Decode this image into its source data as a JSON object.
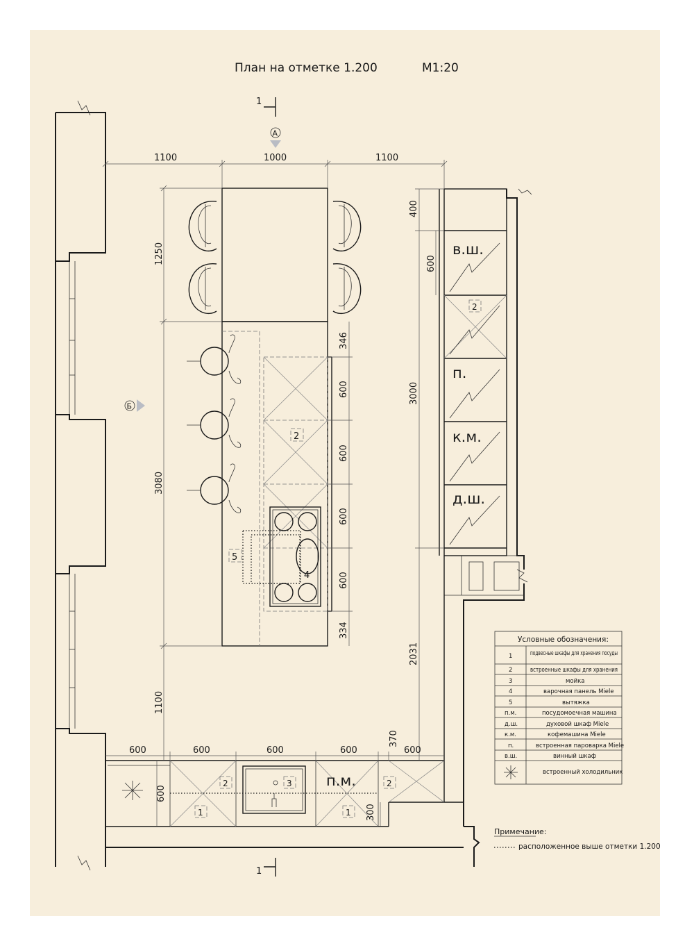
{
  "title": "План на отметке 1.200",
  "scale": "М1:20",
  "sections": {
    "section_mark": "1",
    "axis_a": "А",
    "axis_b": "Б"
  },
  "colors": {
    "paper": "#f7eedc",
    "ink": "#1a1a1a",
    "marker": "#b9bcc4"
  },
  "dims": {
    "top": [
      "1100",
      "1000",
      "1100"
    ],
    "island_left": [
      "1250",
      "3080",
      "1100"
    ],
    "island_right": [
      "346",
      "600",
      "600",
      "600",
      "600",
      "334"
    ],
    "right_col": [
      "400",
      "600",
      "3000",
      "2031"
    ],
    "bottom": [
      "600",
      "600",
      "600",
      "600",
      "370",
      "600"
    ],
    "bottom_depth": "600",
    "bottom_small": "300"
  },
  "labels": {
    "wine": "в.ш.",
    "steamer": "п.",
    "coffee": "к.м.",
    "oven": "д.ш.",
    "dishwasher": "п.м.",
    "n1": "1",
    "n2": "2",
    "n3": "3",
    "n4": "4",
    "n5": "5"
  },
  "legend": {
    "title": "Условные обозначения:",
    "rows": [
      {
        "key": "1",
        "text": "подвесные шкафы для хранения посуды"
      },
      {
        "key": "2",
        "text": "встроенные шкафы для хранения"
      },
      {
        "key": "3",
        "text": "мойка"
      },
      {
        "key": "4",
        "text": "варочная панель Miele"
      },
      {
        "key": "5",
        "text": "вытяжка"
      },
      {
        "key": "п.м.",
        "text": "посудомоечная машина"
      },
      {
        "key": "д.ш.",
        "text": "духовой шкаф Miele"
      },
      {
        "key": "к.м.",
        "text": "кофемашина Miele"
      },
      {
        "key": "п.",
        "text": "встроенная пароварка Miele"
      },
      {
        "key": "в.ш.",
        "text": "винный шкаф"
      },
      {
        "key": "",
        "text": "встроенный холодильник"
      }
    ]
  },
  "note": {
    "title": "Примечание:",
    "text": "расположенное выше отметки 1.200"
  }
}
